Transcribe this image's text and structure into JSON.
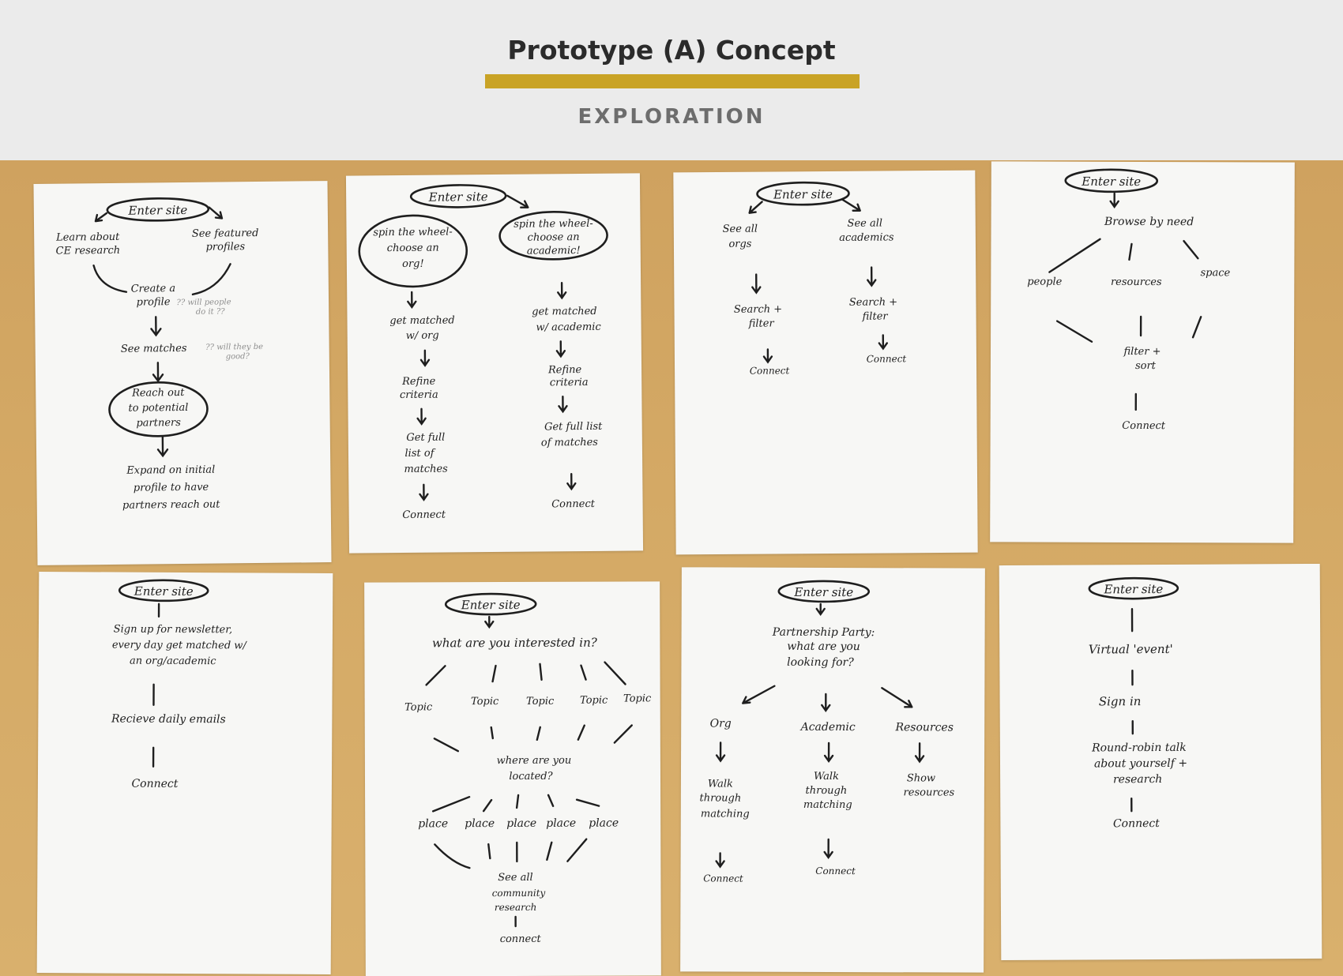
{
  "header": {
    "title": "Prototype (A) Concept",
    "subtitle": "EXPLORATION",
    "accent_color": "#c9a326"
  },
  "sketches": [
    {
      "enter": "Enter site",
      "left_option": [
        "Learn about",
        "CE research"
      ],
      "right_option": [
        "See featured",
        "profiles"
      ],
      "create_profile": [
        "Create a",
        "profile"
      ],
      "create_note": [
        "?? will people",
        "do it ??"
      ],
      "see_matches": "See matches",
      "matches_note": [
        "?? will they be",
        "good?"
      ],
      "reach_out": [
        "Reach out",
        "to potential",
        "partners"
      ],
      "expand": [
        "Expand on initial",
        "profile to have",
        "partners reach out"
      ]
    },
    {
      "enter": "Enter site",
      "left_wheel": [
        "spin the wheel-",
        "choose an",
        "org!"
      ],
      "right_wheel": [
        "spin the wheel-",
        "choose an",
        "academic!"
      ],
      "left_steps": [
        [
          "get matched",
          "w/ org"
        ],
        [
          "Refine",
          "criteria"
        ],
        [
          "Get full",
          "list of",
          "matches"
        ],
        [
          "Connect"
        ]
      ],
      "right_steps": [
        [
          "get matched",
          "w/ academic"
        ],
        [
          "Refine",
          "criteria"
        ],
        [
          "Get full list",
          "of matches"
        ],
        [
          "Connect"
        ]
      ]
    },
    {
      "enter": "Enter site",
      "left": [
        [
          "See all",
          "orgs"
        ],
        [
          "Search +",
          "filter"
        ],
        [
          "Connect"
        ]
      ],
      "right": [
        [
          "See all",
          "academics"
        ],
        [
          "Search +",
          "filter"
        ],
        [
          "Connect"
        ]
      ]
    },
    {
      "enter": "Enter site",
      "browse": "Browse by need",
      "categories": [
        "people",
        "resources",
        "space"
      ],
      "filter": [
        "filter +",
        "sort"
      ],
      "connect": "Connect"
    },
    {
      "enter": "Enter site",
      "signup": [
        "Sign up for newsletter,",
        "every day get matched w/",
        "an org/academic"
      ],
      "daily": "Recieve daily emails",
      "connect": "Connect"
    },
    {
      "enter": "Enter site",
      "interested": "what are you interested in?",
      "topics": [
        "Topic",
        "Topic",
        "Topic",
        "Topic",
        "Topic"
      ],
      "located": [
        "where are you",
        "located?"
      ],
      "places": [
        "place",
        "place",
        "place",
        "place",
        "place"
      ],
      "see_all": [
        "See all",
        "community",
        "research"
      ],
      "connect": "connect"
    },
    {
      "enter": "Enter site",
      "party": [
        "Partnership Party:",
        "what are you",
        "looking for?"
      ],
      "options": [
        "Org",
        "Academic",
        "Resources"
      ],
      "next": [
        [
          "Walk",
          "through",
          "matching"
        ],
        [
          "Walk",
          "through",
          "matching"
        ],
        [
          "Show",
          "resources"
        ]
      ],
      "connect": [
        "Connect",
        "Connect"
      ]
    },
    {
      "enter": "Enter site",
      "event": "Virtual 'event'",
      "signin": "Sign in",
      "roundrobin": [
        "Round-robin talk",
        "about yourself +",
        "research"
      ],
      "connect": "Connect"
    }
  ]
}
